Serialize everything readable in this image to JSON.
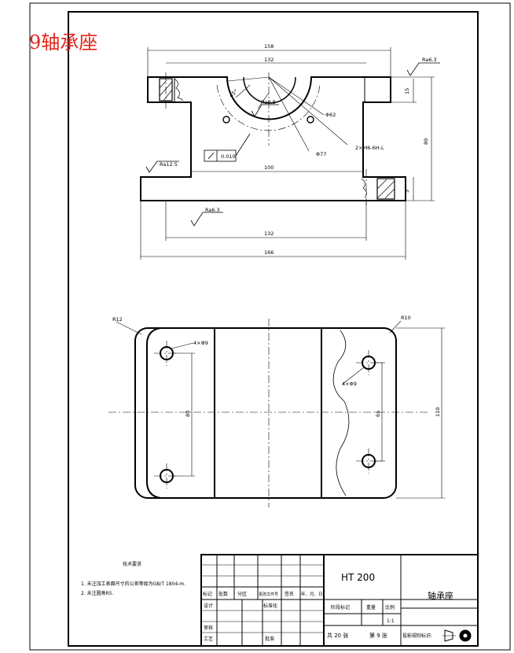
{
  "title": "9轴承座",
  "colors": {
    "title": "#e0251b",
    "line": "#000000"
  },
  "front_view": {
    "dims": {
      "width_top": "158",
      "bolt_span_top": "132",
      "width_mid": "100",
      "bolt_span_bottom": "132",
      "width_bottom": "166",
      "height": "80",
      "flange": "15",
      "base": "5",
      "bore": "Φ62",
      "bolt_circle": "Φ77",
      "angle": "45°",
      "threads": "2×M6-6H-L"
    },
    "roughness": {
      "top_right": "Ra6.3",
      "bore": "Ra0.8",
      "left": "Ra12.5",
      "bottom": "Ra6.3"
    },
    "tolerance": {
      "value": "0.010"
    }
  },
  "plan_view": {
    "dims": {
      "r_left": "R12",
      "r_right": "R10",
      "holes_left": "4×Φ9",
      "holes_right": "4×Φ9",
      "span_left": "80",
      "span_right": "65",
      "height": "110"
    }
  },
  "tech_notes": {
    "heading": "技术要求",
    "items": [
      "1. 未注加工表面尺寸的公差等级为GB/T 1804-m.",
      "2. 未注圆角R5."
    ]
  },
  "title_block": {
    "material": "HT 200",
    "part_name": "轴承座",
    "row_labels": [
      "标记",
      "处数",
      "分区",
      "更改文件号",
      "签名",
      "年、月、日"
    ],
    "designer": "设计",
    "standardize": "标准化",
    "stage_mark": "阶段标记",
    "weight": "重量",
    "scale": "比例",
    "scale_value": "1:1",
    "checker": "审核",
    "process": "工艺",
    "approve": "批准",
    "sheets_total": "共 20 张",
    "sheet_no": "第 9 张",
    "projection": "投影规则标识:"
  }
}
